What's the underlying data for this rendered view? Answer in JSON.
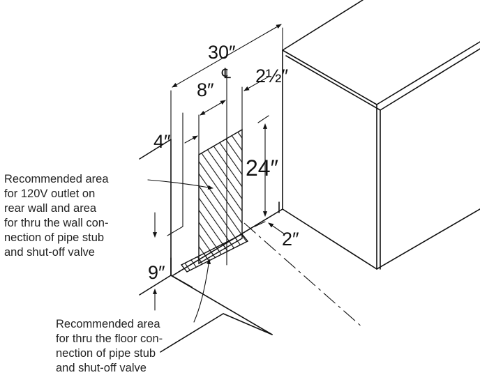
{
  "diagram": {
    "dimensions": {
      "d30": "30″",
      "d8": "8″",
      "d2half": "2½″",
      "d4": "4″",
      "d24": "24″",
      "d9": "9″",
      "d2": "2″"
    },
    "centerline_symbol": "℄",
    "callouts": {
      "wall_area": [
        "Recommended area",
        "for 120V outlet on",
        "rear wall and area",
        "for thru the wall con-",
        "nection of pipe stub",
        "and shut-off valve"
      ],
      "floor_area": [
        "Recommended area",
        "for thru the floor con-",
        "nection of pipe stub",
        "and shut-off valve"
      ]
    },
    "colors": {
      "ink": "#111111",
      "text": "#222222",
      "background": "#ffffff"
    }
  }
}
